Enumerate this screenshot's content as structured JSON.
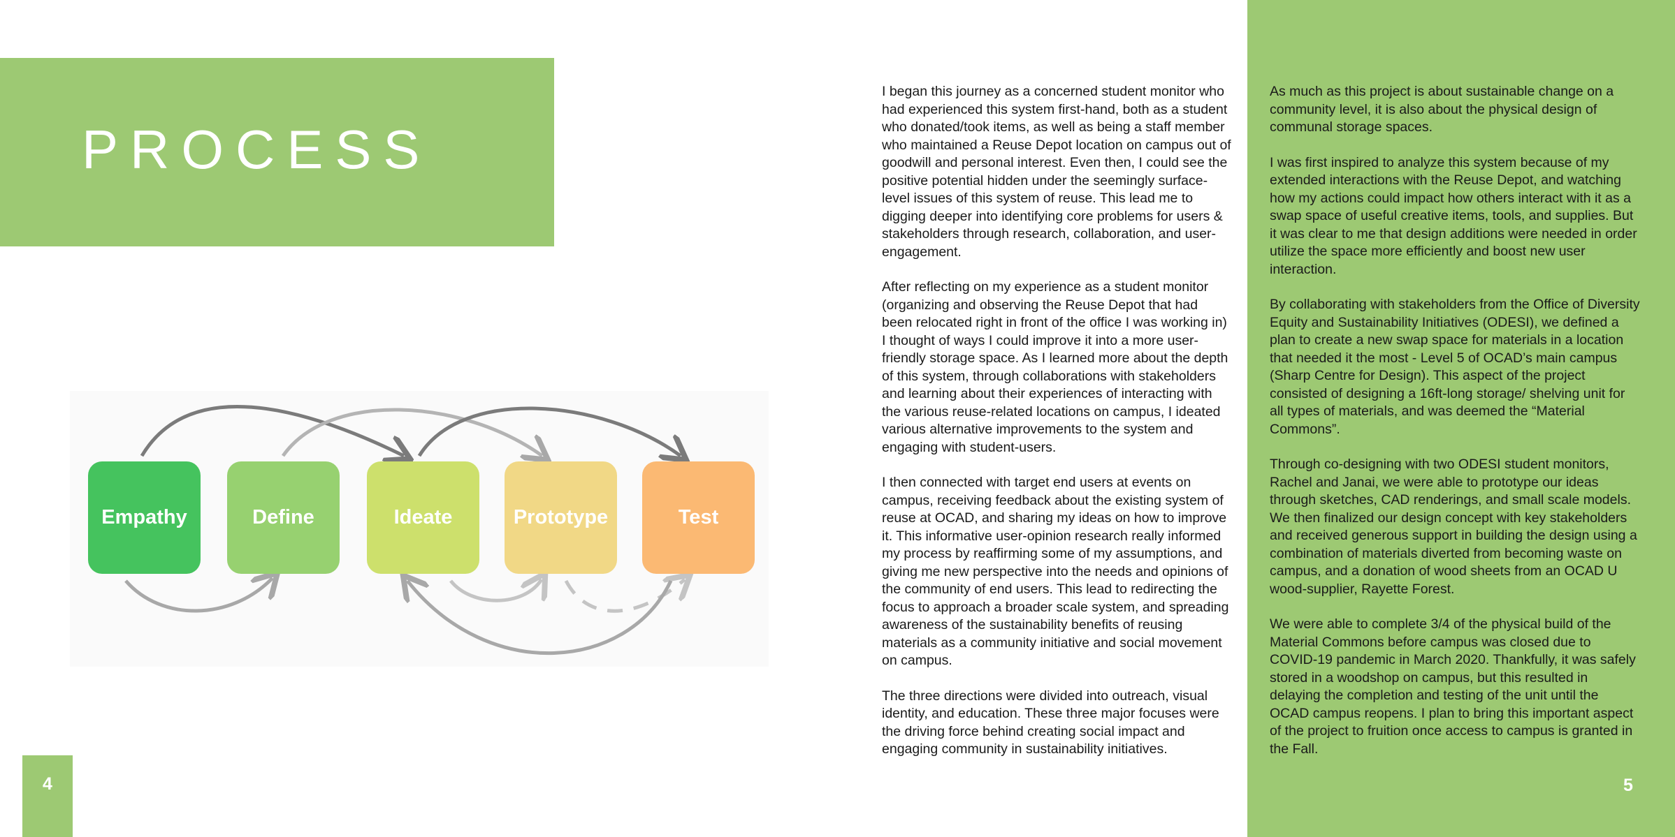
{
  "left_page": {
    "title": "PROCESS",
    "page_number": "4",
    "diagram": {
      "stages": [
        {
          "label": "Empathy",
          "color": "#45c35e"
        },
        {
          "label": "Define",
          "color": "#97d170"
        },
        {
          "label": "Ideate",
          "color": "#cde06c"
        },
        {
          "label": "Prototype",
          "color": "#f1d886"
        },
        {
          "label": "Test",
          "color": "#fbb973"
        }
      ]
    }
  },
  "right_page": {
    "page_number": "5",
    "column_middle": [
      "I began this journey as a concerned student monitor who had experienced this system first-hand, both as a student who donated/took items, as well as being a staff member who maintained a Reuse Depot location on campus out of goodwill and personal interest. Even then, I could see the positive potential hidden under the seemingly surface-level issues of this system of reuse. This lead me to digging deeper into identifying core problems for users & stakeholders through research, collaboration, and user-engagement.",
      "After reflecting on my experience as a student monitor (organizing and observing the Reuse Depot that had been relocated right in front of the office I was working in) I thought of ways I could improve it into a more user-friendly storage space. As I learned more about the depth of this system, through collaborations with stakeholders and learning about their experiences of interacting with the various reuse-related locations on campus, I ideated various alternative improvements to the system and engaging with student-users.",
      "I then connected with target end users at events on campus, receiving feedback about the existing system of reuse at OCAD, and sharing my ideas on how to improve it. This informative user-opinion research really informed my process by reaffirming some of my assumptions, and giving me new perspective into the needs and opinions of the community of end users. This lead to redirecting the focus to approach a broader scale system, and spreading awareness of the sustainability benefits of reusing materials as a community initiative and social movement on campus.",
      "The three directions were divided into outreach, visual identity, and education. These three major focuses were the driving force behind creating social impact and engaging community in sustainability initiatives."
    ],
    "column_right": [
      "As much as this project is about sustainable change on a community level, it is also about the physical design of communal storage spaces.",
      "I was first inspired to analyze this system because of my extended interactions with the Reuse Depot, and watching how my actions could impact how others interact with it as a swap space of useful creative items, tools, and supplies. But it was clear to me that design additions were needed in order utilize the space more efficiently and boost new user interaction.",
      "By collaborating with stakeholders from the Office of Diversity Equity and Sustainability Initiatives (ODESI), we defined a plan to create a new swap space for materials in a location that needed it the most - Level 5 of OCAD’s main campus (Sharp Centre for Design). This aspect of the project consisted of designing a 16ft-long storage/ shelving unit for all types of materials, and was deemed the “Material Commons”.",
      "Through co-designing with two ODESI student monitors, Rachel and Janai, we were able to prototype our ideas through sketches, CAD renderings, and small scale models. We then finalized our design concept with key stakeholders and received generous support in building the design using a combination of materials diverted from becoming waste on campus, and a donation of wood sheets from an OCAD U wood-supplier, Rayette Forest.",
      "We were able to complete 3/4 of the physical build of the Material Commons before campus was closed due to COVID-19 pandemic in March 2020. Thankfully, it was safely stored in a woodshop on campus, but this resulted in delaying the completion and testing of the unit until the OCAD campus reopens. I plan to bring this important aspect of the project to fruition once access to campus is granted in the Fall."
    ]
  }
}
